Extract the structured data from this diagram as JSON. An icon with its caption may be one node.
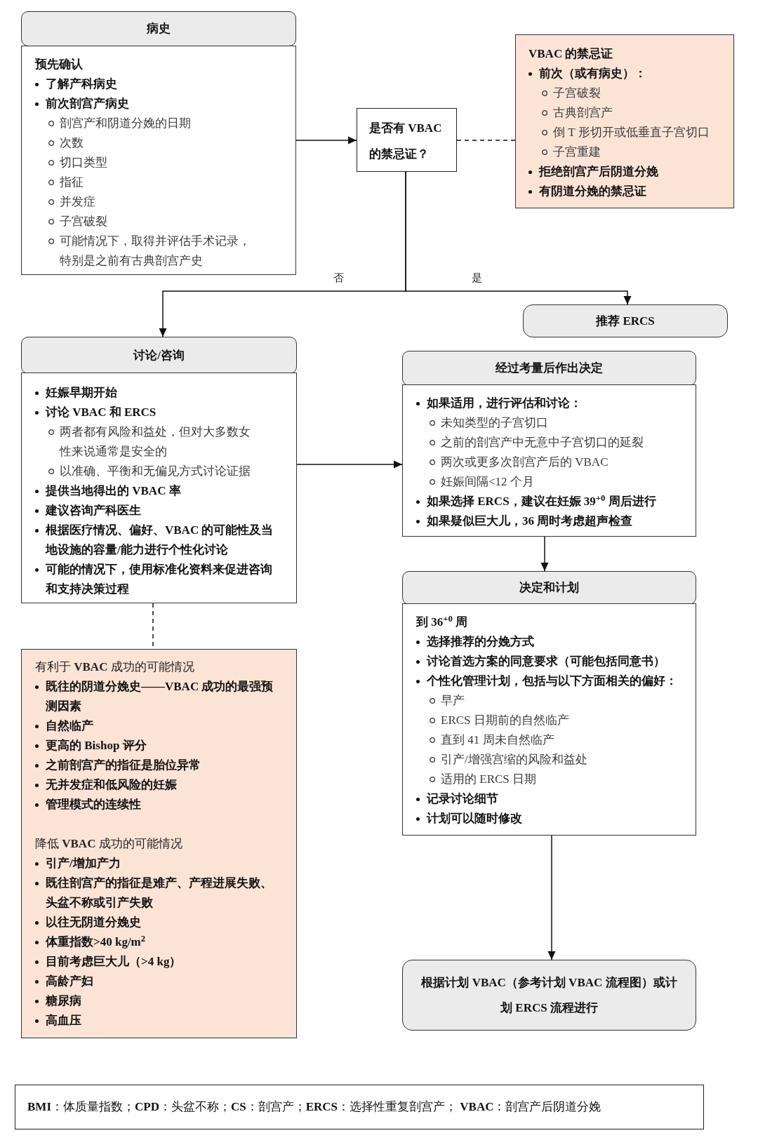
{
  "diagram": {
    "nodes": [
      {
        "text": [
          "病史"
        ]
      },
      {
        "text": [
          "预先确认",
          "了解产科病史",
          "前次剖宫产病史",
          "剖宫产和阴道分娩的日期",
          "次数",
          "切口类型",
          "指征",
          "并发症",
          "子宫破裂",
          "可能情况下，取得并评估手术记录，特别是之前有古典剖宫产史"
        ]
      },
      {
        "text": [
          "是否有 VBAC 的禁忌证？"
        ]
      },
      {
        "text": [
          "VBAC 的禁忌证",
          "前次（或有病史）：",
          "子宫破裂",
          "古典剖宫产",
          "倒 T 形切开或低垂直子宫切口",
          "子宫重建",
          "拒绝剖宫产后阴道分娩",
          "有阴道分娩的禁忌证"
        ]
      },
      {
        "text": [
          "推荐 ERCS"
        ]
      },
      {
        "text": [
          "讨论/咨询"
        ]
      },
      {
        "text": [
          "妊娠早期开始",
          "讨论 VBAC 和 ERCS",
          "两者都有风险和益处，但对大多数女性来说通常是安全的",
          "以准确、平衡和无偏见方式讨论证据",
          "提供当地得出的 VBAC 率",
          "建议咨询产科医生",
          "根据医疗情况、偏好、VBAC 的可能性及当地设施的容量/能力进行个性化讨论",
          "可能的情况下，使用标准化资料来促进咨询和支持决策过程"
        ]
      },
      {
        "text": [
          "经过考量后作出决定"
        ]
      },
      {
        "text": [
          "如果适用，进行评估和讨论：",
          "未知类型的子宫切口",
          "之前的剖宫产中无意中子宫切口的延裂",
          "两次或更多次剖宫产后的 VBAC",
          "妊娠间隔<12 个月",
          "如果选择 ERCS，建议在妊娠 39$^{+0}$ 周后进行",
          "如果疑似巨大儿，36 周时考虑超声检查"
        ]
      },
      {
        "text": [
          "决定和计划"
        ]
      },
      {
        "text": [
          "到 36$^{+0}$ 周",
          "选择推荐的分娩方式",
          "讨论首选方案的同意要求（可能包括同意书）",
          "个性化管理计划，包括与以下方面相关的偏好：",
          "早产",
          "ERCS 日期前的自然临产",
          "直到 41 周未自然临产",
          "引产/增强宫缩的风险和益处",
          "适用的 ERCS 日期",
          "记录讨论细节",
          "计划可以随时修改"
        ]
      },
      {
        "text": [
          "有利于 **VBAC** 成功的可能情况",
          "既往的阴道分娩史——VBAC 成功的最强预测因素",
          "自然临产",
          "更高的 Bishop 评分",
          "之前剖宫产的指征是胎位异常",
          "无并发症和低风险的妊娠",
          "管理模式的连续性",
          "降低 **VBAC** 成功的可能情况",
          "引产/增加产力",
          "既往剖宫产的指征是难产、产程进展失败、头盆不称或引产失败",
          "以往无阴道分娩史",
          "体重指数>40 kg/m$^{2}$",
          "目前考虑巨大儿（>4 kg）",
          "高龄产妇",
          "糖尿病",
          "高血压"
        ]
      },
      {
        "text": [
          "根据计划 VBAC（参考计划 VBAC 流程图）或计划 ERCS 流程进行"
        ]
      },
      {
        "text": [
          "**BMI**：体质量指数；**CPD**：头盆不称；**CS**：剖宫产；**ERCS**：选择性重复剖宫产； **VBAC**：剖宫产后阴道分娩"
        ]
      }
    ],
    "edges": [
      {
        "from": 1,
        "to": 2,
        "arrow": "to"
      },
      {
        "from": 2,
        "to": 3,
        "arrow": "none",
        "style": "dashed"
      },
      {
        "from": 2,
        "to": 5,
        "arrow": "to",
        "label": "否"
      },
      {
        "from": 2,
        "to": 4,
        "arrow": "to",
        "label": "是"
      },
      {
        "from": 6,
        "to": 8,
        "arrow": "to"
      },
      {
        "from": 8,
        "to": 9,
        "arrow": "to"
      },
      {
        "from": 10,
        "to": 12,
        "arrow": "to"
      },
      {
        "from": 6,
        "to": 11,
        "arrow": "none",
        "style": "dashed"
      }
    ]
  }
}
